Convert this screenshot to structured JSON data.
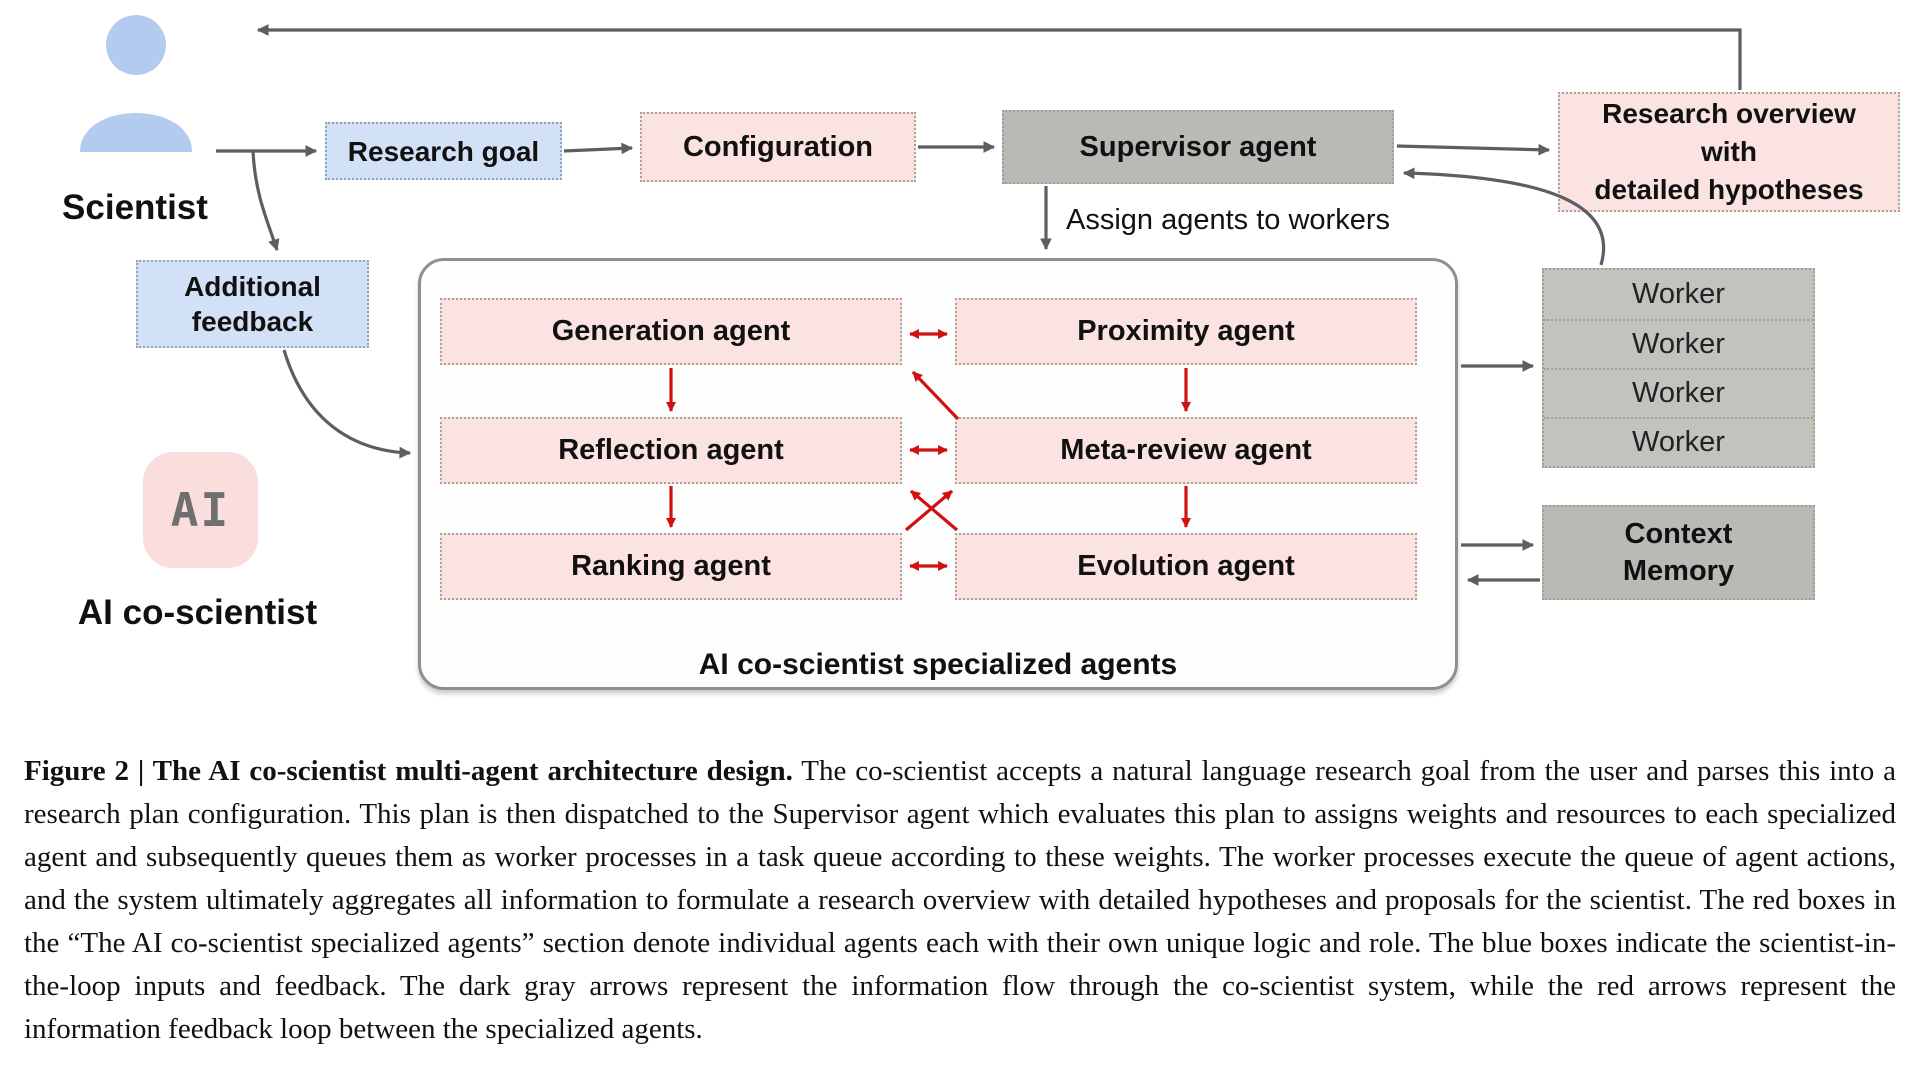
{
  "diagram": {
    "scientist_label": "Scientist",
    "ai_badge": "AI",
    "ai_label": "AI co-scientist",
    "assign_label": "Assign agents to workers",
    "container_label": "AI co-scientist specialized agents",
    "boxes": {
      "research_goal": "Research goal",
      "configuration": "Configuration",
      "supervisor": "Supervisor agent",
      "research_overview": {
        "l1": "Research overview",
        "l2": "with",
        "l3": "detailed hypotheses"
      },
      "additional_feedback": {
        "l1": "Additional",
        "l2": "feedback"
      },
      "context_memory": {
        "l1": "Context",
        "l2": "Memory"
      }
    },
    "agents": [
      "Generation agent",
      "Proximity agent",
      "Reflection agent",
      "Meta-review agent",
      "Ranking agent",
      "Evolution agent"
    ],
    "workers": [
      "Worker",
      "Worker",
      "Worker",
      "Worker"
    ],
    "icons": {
      "scientist_icon": "person-icon",
      "ai_icon": "ai-chip-badge"
    },
    "colors": {
      "scientist_blue_fill": "#d3e1f6",
      "agent_pink_fill": "#fbe3e2",
      "system_gray_fill": "#b9bab6",
      "worker_gray_fill": "#c2c3bf",
      "info_flow_arrow_gray": "#5b5f63",
      "feedback_arrow_red": "#cf1111",
      "person_icon_blue": "#b4cbf0"
    }
  },
  "caption": {
    "bold": "Figure 2 | The AI co-scientist multi-agent architecture design.",
    "rest": "The co-scientist accepts a natural language research goal from the user and parses this into a research plan configuration. This plan is then dispatched to the Supervisor agent which evaluates this plan to assigns weights and resources to each specialized agent and subsequently queues them as worker processes in a task queue according to these weights. The worker processes execute the queue of agent actions, and the system ultimately aggregates all information to formulate a research overview with detailed hypotheses and proposals for the scientist. The red boxes in the “The AI co-scientist specialized agents” section denote individual agents each with their own unique logic and role. The blue boxes indicate the scientist-in-the-loop inputs and feedback. The dark gray arrows represent the information flow through the co-scientist system, while the red arrows represent the information feedback loop between the specialized agents."
  }
}
